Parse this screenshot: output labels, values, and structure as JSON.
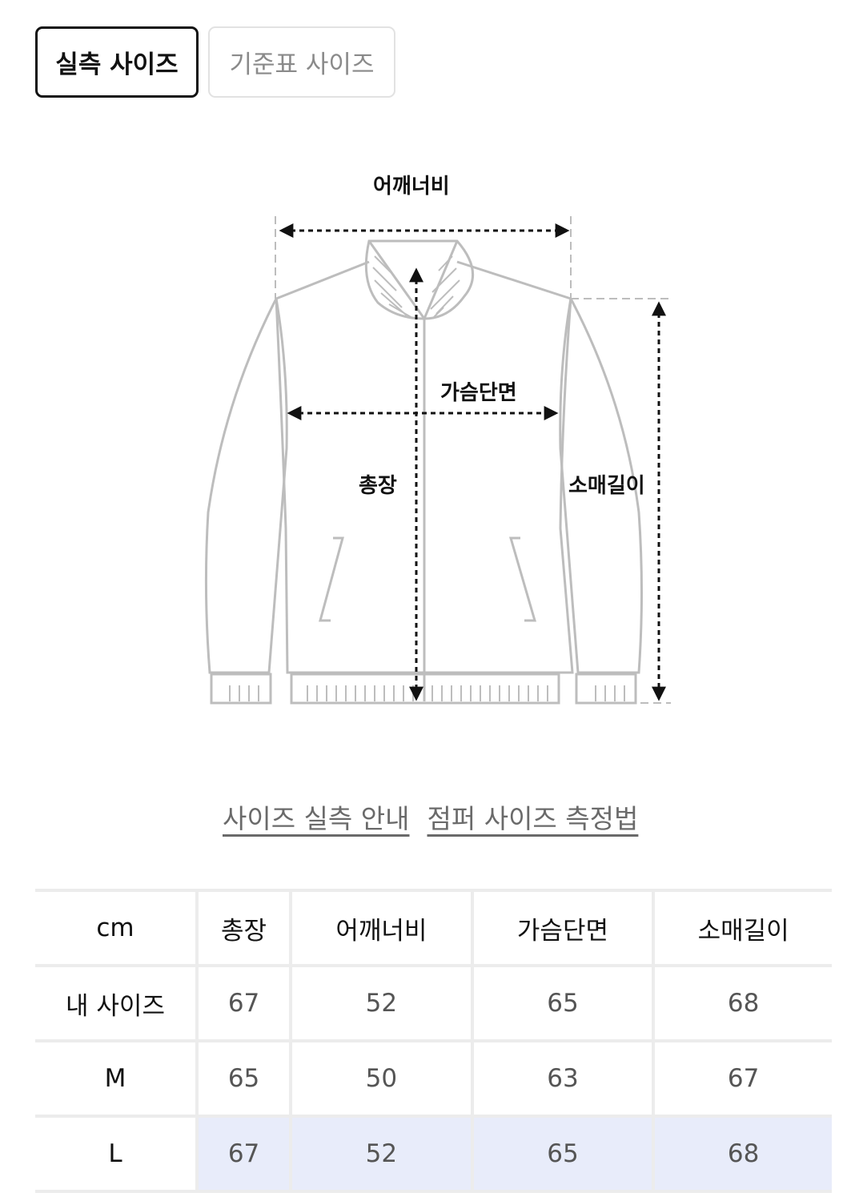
{
  "tabs": [
    {
      "label": "실측 사이즈",
      "active": true
    },
    {
      "label": "기준표 사이즈",
      "active": false
    }
  ],
  "diagram": {
    "title": "jacket-measurement-diagram",
    "labels": {
      "shoulder": "어깨너비",
      "chest": "가슴단면",
      "length": "총장",
      "sleeve": "소매길이"
    }
  },
  "links": [
    {
      "label": "사이즈 실측 안내"
    },
    {
      "label": "점퍼 사이즈 측정법"
    }
  ],
  "table": {
    "unit": "cm",
    "headers": [
      "총장",
      "어깨너비",
      "가슴단면",
      "소매길이"
    ],
    "rows": [
      {
        "label": "내 사이즈",
        "values": [
          "67",
          "52",
          "65",
          "68"
        ],
        "highlight": false
      },
      {
        "label": "M",
        "values": [
          "65",
          "50",
          "63",
          "67"
        ],
        "highlight": false
      },
      {
        "label": "L",
        "values": [
          "67",
          "52",
          "65",
          "68"
        ],
        "highlight": true
      }
    ]
  },
  "colors": {
    "highlight_row": "#e8ecfa",
    "border": "#ececec",
    "active_tab_border": "#111111",
    "inactive_tab_text": "#8a8a8a"
  }
}
